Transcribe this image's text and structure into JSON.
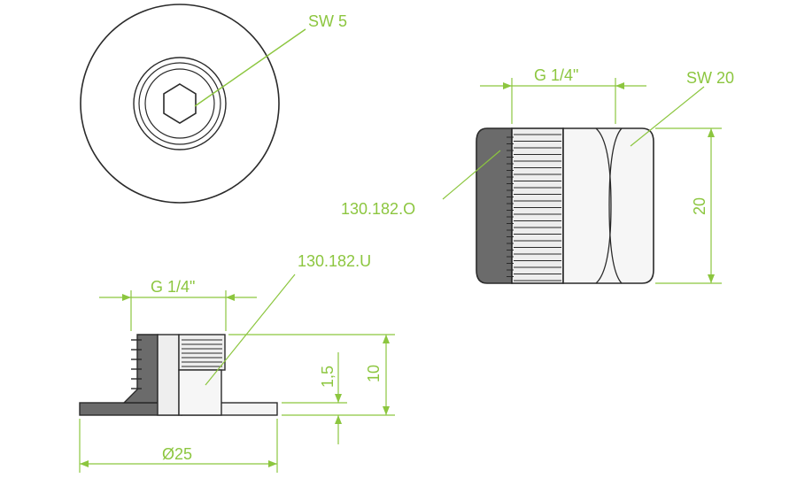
{
  "colors": {
    "dimension": "#8cc63f",
    "outline": "#2a2a2a",
    "dark_fill": "#6b6b6b",
    "light_fill": "#ededed",
    "background": "#ffffff"
  },
  "labels": {
    "top_view_callout": "SW 5",
    "side_width_dim": "G 1/4\"",
    "side_hex_callout": "SW 20",
    "side_part_callout": "130.182.O",
    "side_height_dim": "20",
    "bottom_width_dim": "G 1/4\"",
    "bottom_part_callout": "130.182.U",
    "bottom_flange_dim": "1,5",
    "bottom_height_dim": "10",
    "bottom_diameter_dim": "Ø25"
  }
}
